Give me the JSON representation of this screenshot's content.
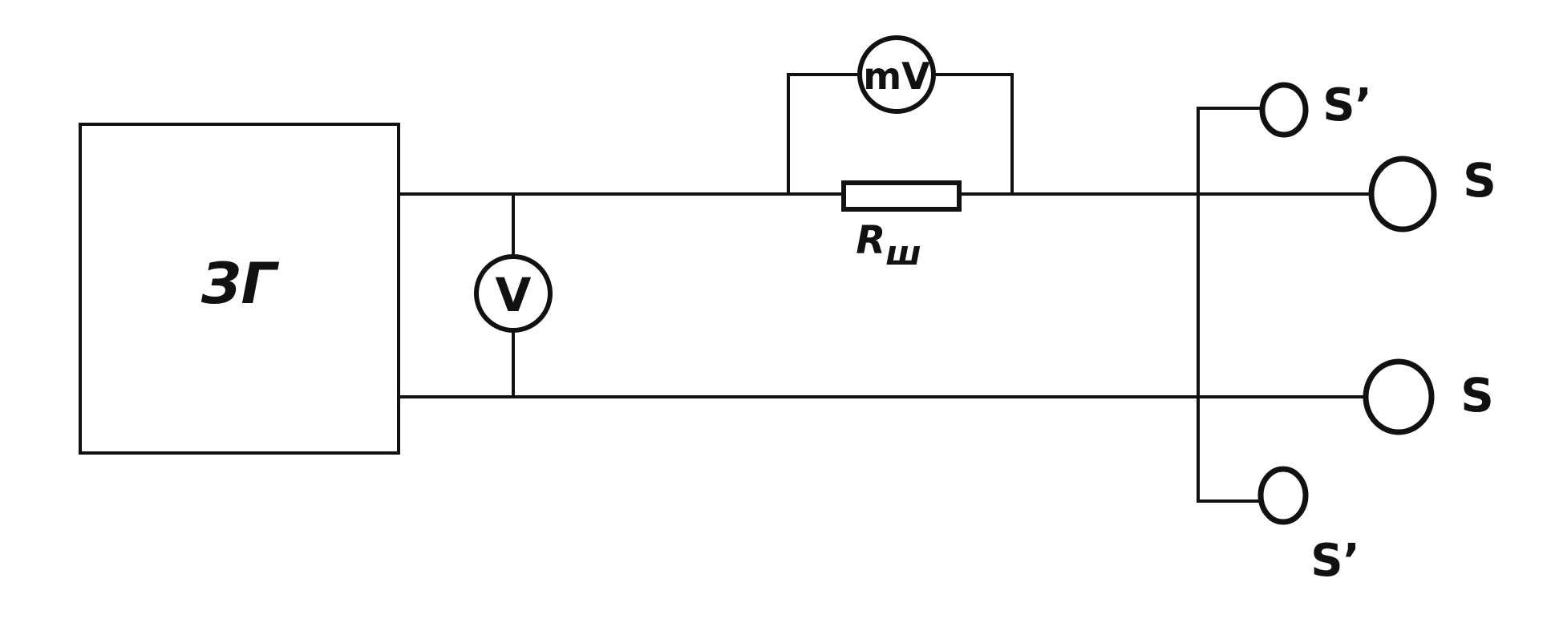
{
  "generator": {
    "label": "ЗГ"
  },
  "voltmeter": {
    "label": "V"
  },
  "millivoltmeter": {
    "label": "mV"
  },
  "shunt": {
    "symbol": "R",
    "subscript": "ш"
  },
  "terminals": {
    "s_prime_top": "S’",
    "s_top": "S",
    "s_bottom": "S",
    "s_prime_bottom": "S’"
  },
  "colors": {
    "line": "#111111",
    "background": "#ffffff"
  }
}
